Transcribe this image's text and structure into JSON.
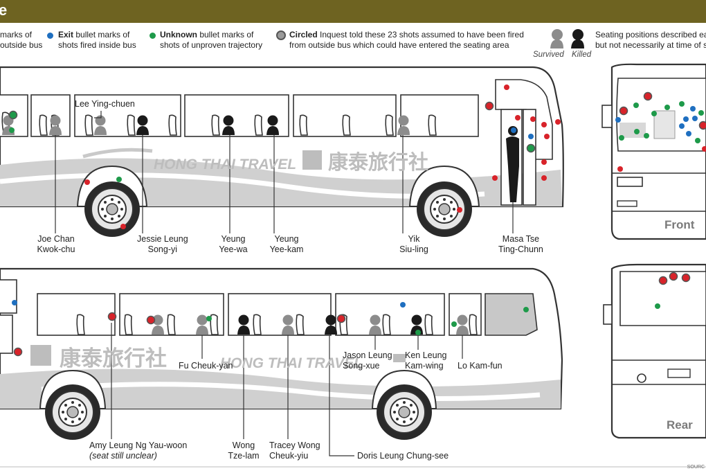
{
  "header": {
    "title": "e"
  },
  "legend": {
    "entry_bold": "",
    "entry_text_1": "marks of",
    "entry_text_2": "outside bus",
    "exit_bold": "Exit",
    "exit_text_1": " bullet marks of",
    "exit_text_2": "shots fired inside bus",
    "unknown_bold": "Unknown",
    "unknown_text_1": " bullet marks of",
    "unknown_text_2": "shots of unproven trajectory",
    "circled_bold": "Circled",
    "circled_text_1": " Inquest told these 23 shots assumed to have been fired",
    "circled_text_2": "from outside bus which could have entered the seating area",
    "survived": "Survived",
    "killed": "Killed",
    "seating_1": "Seating positions described ea",
    "seating_2": "but not necessarily at time of s"
  },
  "colors": {
    "header_bg": "#6e6321",
    "entry": "#d8232a",
    "exit": "#1f6fc0",
    "unknown": "#1e9a4a",
    "killed": "#1a1a1a",
    "survived": "#8c8c8c"
  },
  "bus_brand": {
    "english": "HONG THAI TRAVEL",
    "chinese": "康泰旅行社"
  },
  "side_top_labels": {
    "lee": "Lee Ying-chuen",
    "joe_1": "Joe Chan",
    "joe_2": "Kwok-chu",
    "jessie_1": "Jessie Leung",
    "jessie_2": "Song-yi",
    "yeungwa_1": "Yeung",
    "yeungwa_2": "Yee-wa",
    "yeungkam_1": "Yeung",
    "yeungkam_2": "Yee-kam",
    "yik_1": "Yik",
    "yik_2": "Siu-ling",
    "masa_1": "Masa Tse",
    "masa_2": "Ting-Chunn"
  },
  "side_bottom_labels": {
    "fu": "Fu Cheuk-yan",
    "jason_1": "Jason Leung",
    "jason_2": "Song-xue",
    "ken_1": "Ken Leung",
    "ken_2": "Kam-wing",
    "lo": "Lo Kam-fun",
    "amy_1": "Amy Leung Ng Yau-woon",
    "amy_2": "(seat still unclear)",
    "wong_1": "Wong",
    "wong_2": "Tze-lam",
    "tracey_1": "Tracey Wong",
    "tracey_2": "Cheuk-yiu",
    "doris": "Doris Leung Chung-see"
  },
  "views": {
    "front": "Front",
    "rear": "Rear"
  },
  "source": "SOURC"
}
